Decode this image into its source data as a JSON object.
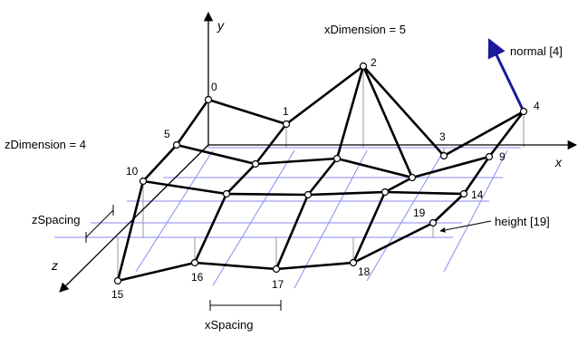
{
  "colors": {
    "background": "#ffffff",
    "grid": "#8a8af5",
    "mesh": "#000000",
    "normal": "#1a1a9a",
    "stem": "#9a9a9a"
  },
  "axes": {
    "x": "x",
    "y": "y",
    "z": "z"
  },
  "annotations": {
    "x_dimension": "xDimension = 5",
    "z_dimension": "zDimension = 4",
    "normal": "normal [4]",
    "height": "height [19]",
    "z_spacing": "zSpacing",
    "x_spacing": "xSpacing"
  },
  "vertices": [
    "0",
    "1",
    "2",
    "3",
    "4",
    "5",
    "9",
    "10",
    "14",
    "15",
    "16",
    "17",
    "18",
    "19"
  ]
}
